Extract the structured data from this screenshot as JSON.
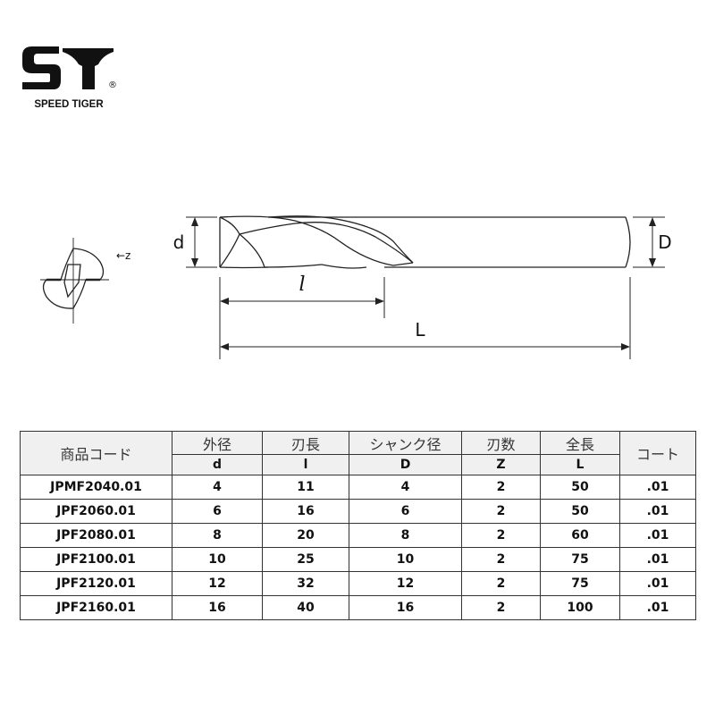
{
  "brand": {
    "name": "SPEED TIGER",
    "registered_mark": "®"
  },
  "diagram": {
    "labels": {
      "d": "d",
      "D": "D",
      "l": "l",
      "L": "L",
      "z": "←z"
    }
  },
  "table": {
    "headers": {
      "code": "商品コード",
      "coat": "コート",
      "columns": [
        {
          "jp": "外径",
          "sym": "d"
        },
        {
          "jp": "刃長",
          "sym": "l"
        },
        {
          "jp": "シャンク径",
          "sym": "D"
        },
        {
          "jp": "刃数",
          "sym": "Z"
        },
        {
          "jp": "全長",
          "sym": "L"
        }
      ]
    },
    "rows": [
      [
        "JPMF2040.01",
        "4",
        "11",
        "4",
        "2",
        "50",
        ".01"
      ],
      [
        "JPF2060.01",
        "6",
        "16",
        "6",
        "2",
        "50",
        ".01"
      ],
      [
        "JPF2080.01",
        "8",
        "20",
        "8",
        "2",
        "60",
        ".01"
      ],
      [
        "JPF2100.01",
        "10",
        "25",
        "10",
        "2",
        "75",
        ".01"
      ],
      [
        "JPF2120.01",
        "12",
        "32",
        "12",
        "2",
        "75",
        ".01"
      ],
      [
        "JPF2160.01",
        "16",
        "40",
        "16",
        "2",
        "100",
        ".01"
      ]
    ]
  }
}
